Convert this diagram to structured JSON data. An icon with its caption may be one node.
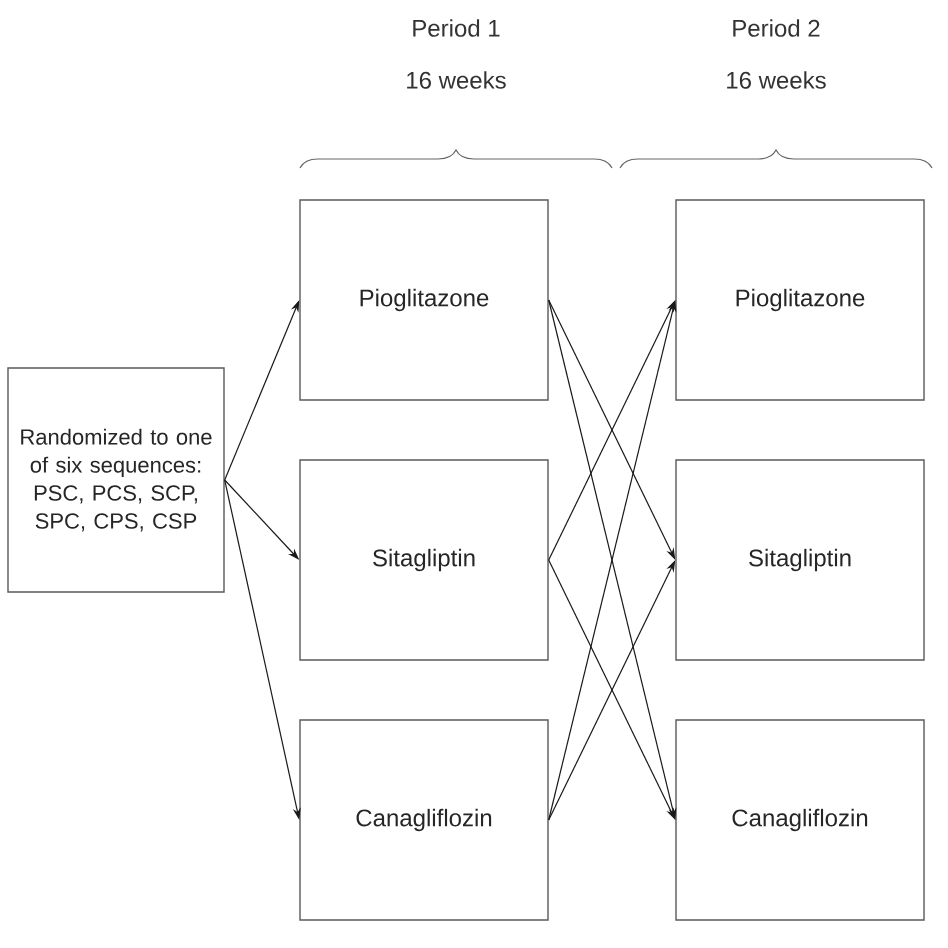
{
  "diagram": {
    "nodes": [
      {
        "text": [
          "Randomized to one of six sequences: PSC, PCS, SCP, SPC, CPS, CSP"
        ]
      },
      {
        "text": [
          "Pioglitazone"
        ]
      },
      {
        "text": [
          "Sitagliptin"
        ]
      },
      {
        "text": [
          "Canagliflozin"
        ]
      },
      {
        "text": [
          "Pioglitazone"
        ]
      },
      {
        "text": [
          "Sitagliptin"
        ]
      },
      {
        "text": [
          "Canagliflozin"
        ]
      }
    ],
    "edges": [
      {
        "from": 0,
        "to": 1,
        "arrow": "to"
      },
      {
        "from": 0,
        "to": 2,
        "arrow": "to"
      },
      {
        "from": 0,
        "to": 3,
        "arrow": "to"
      },
      {
        "from": 1,
        "to": 5,
        "arrow": "to"
      },
      {
        "from": 1,
        "to": 6,
        "arrow": "to"
      },
      {
        "from": 2,
        "to": 4,
        "arrow": "to"
      },
      {
        "from": 2,
        "to": 6,
        "arrow": "to"
      },
      {
        "from": 3,
        "to": 4,
        "arrow": "to"
      },
      {
        "from": 3,
        "to": 5,
        "arrow": "to"
      }
    ],
    "labels": [
      "Period 1",
      "16 weeks",
      "Period 2",
      "16 weeks"
    ]
  }
}
